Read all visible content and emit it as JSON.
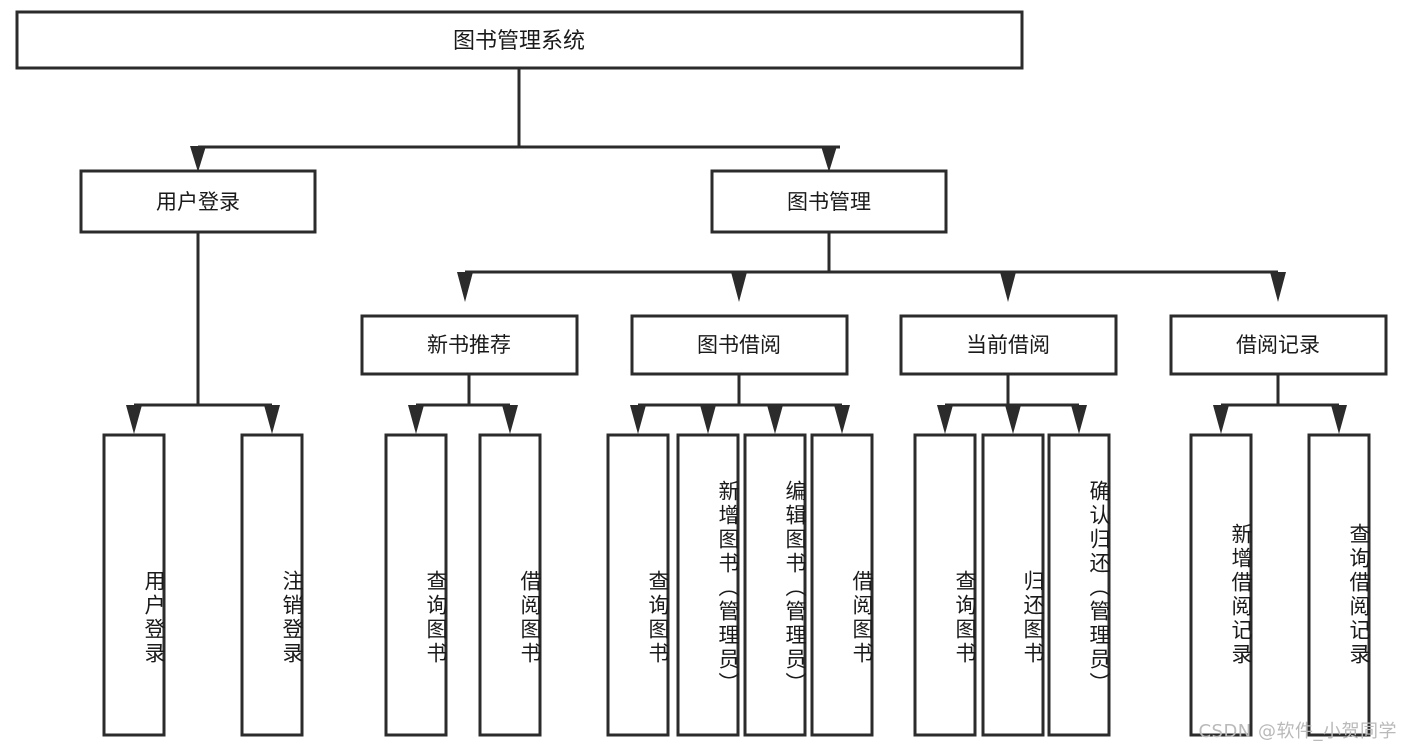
{
  "diagram": {
    "type": "hierarchy-tree",
    "title": "图书管理系统",
    "watermark": "CSDN @软件_小贺同学",
    "levels": 4,
    "nodes": {
      "root": {
        "label": "图书管理系统",
        "level": 0
      },
      "l1": [
        {
          "id": "user-login",
          "label": "用户登录",
          "level": 1
        },
        {
          "id": "book-manage",
          "label": "图书管理",
          "level": 1
        }
      ],
      "l2": [
        {
          "id": "new-book-recommend",
          "label": "新书推荐",
          "level": 2,
          "parent": "book-manage"
        },
        {
          "id": "book-borrow",
          "label": "图书借阅",
          "level": 2,
          "parent": "book-manage"
        },
        {
          "id": "current-borrow",
          "label": "当前借阅",
          "level": 2,
          "parent": "book-manage"
        },
        {
          "id": "borrow-record",
          "label": "借阅记录",
          "level": 2,
          "parent": "book-manage"
        }
      ],
      "leaves": [
        {
          "id": "leaf-user-login",
          "label": "用户登录",
          "parent": "user-login"
        },
        {
          "id": "leaf-logout-login",
          "label": "注销登录",
          "parent": "user-login"
        },
        {
          "id": "leaf-query-book-1",
          "label": "查询图书",
          "parent": "new-book-recommend"
        },
        {
          "id": "leaf-borrow-book-1",
          "label": "借阅图书",
          "parent": "new-book-recommend"
        },
        {
          "id": "leaf-query-book-2",
          "label": "查询图书",
          "parent": "book-borrow"
        },
        {
          "id": "leaf-add-book",
          "label": "新增图书（管理员）",
          "parent": "book-borrow"
        },
        {
          "id": "leaf-edit-book",
          "label": "编辑图书（管理员）",
          "parent": "book-borrow"
        },
        {
          "id": "leaf-borrow-book-2",
          "label": "借阅图书",
          "parent": "book-borrow"
        },
        {
          "id": "leaf-query-book-3",
          "label": "查询图书",
          "parent": "current-borrow"
        },
        {
          "id": "leaf-return-book",
          "label": "归还图书",
          "parent": "current-borrow"
        },
        {
          "id": "leaf-confirm-return",
          "label": "确认归还（管理员）",
          "parent": "current-borrow"
        },
        {
          "id": "leaf-add-record",
          "label": "新增借阅记录",
          "parent": "borrow-record"
        },
        {
          "id": "leaf-query-record",
          "label": "查询借阅记录",
          "parent": "borrow-record"
        }
      ]
    },
    "colors": {
      "stroke": "#2b2b2b",
      "fill": "#ffffff",
      "text": "#1a1a1a",
      "watermark": "#b9b9b9"
    }
  }
}
